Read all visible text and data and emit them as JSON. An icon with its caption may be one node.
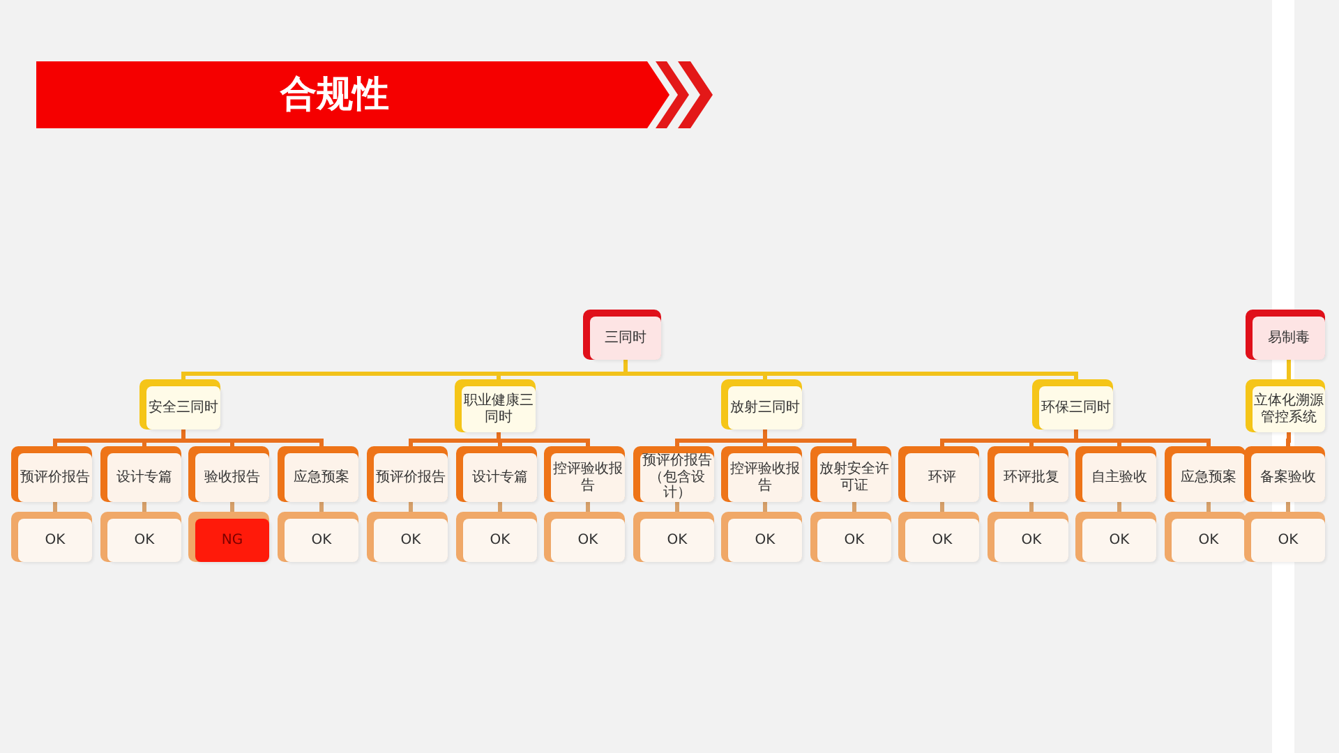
{
  "diagram": {
    "title": "合规性",
    "nodes": [
      {
        "text": [
          "三同时"
        ]
      },
      {
        "text": [
          "易制毒"
        ]
      },
      {
        "text": [
          "安全三同时"
        ]
      },
      {
        "text": [
          "职业健康三同时"
        ]
      },
      {
        "text": [
          "放射三同时"
        ]
      },
      {
        "text": [
          "环保三同时"
        ]
      },
      {
        "text": [
          "立体化溯源管控系统"
        ]
      },
      {
        "text": [
          "预评价报告"
        ]
      },
      {
        "text": [
          "设计专篇"
        ]
      },
      {
        "text": [
          "验收报告"
        ]
      },
      {
        "text": [
          "应急预案"
        ]
      },
      {
        "text": [
          "预评价报告"
        ]
      },
      {
        "text": [
          "设计专篇"
        ]
      },
      {
        "text": [
          "控评验收报告"
        ]
      },
      {
        "text": [
          "预评价报告（包含设计）"
        ]
      },
      {
        "text": [
          "控评验收报告"
        ]
      },
      {
        "text": [
          "放射安全许可证"
        ]
      },
      {
        "text": [
          "环评"
        ]
      },
      {
        "text": [
          "环评批复"
        ]
      },
      {
        "text": [
          "自主验收"
        ]
      },
      {
        "text": [
          "应急预案"
        ]
      },
      {
        "text": [
          "备案验收"
        ]
      },
      {
        "text": [
          "OK"
        ]
      },
      {
        "text": [
          "OK"
        ]
      },
      {
        "text": [
          "NG"
        ]
      },
      {
        "text": [
          "OK"
        ]
      },
      {
        "text": [
          "OK"
        ]
      },
      {
        "text": [
          "OK"
        ]
      },
      {
        "text": [
          "OK"
        ]
      },
      {
        "text": [
          "OK"
        ]
      },
      {
        "text": [
          "OK"
        ]
      },
      {
        "text": [
          "OK"
        ]
      },
      {
        "text": [
          "OK"
        ]
      },
      {
        "text": [
          "OK"
        ]
      },
      {
        "text": [
          "OK"
        ]
      },
      {
        "text": [
          "OK"
        ]
      },
      {
        "text": [
          "OK"
        ]
      }
    ],
    "edges": [
      {
        "from": 0,
        "to": 2,
        "arrow": "none",
        "color": "#f2c21b"
      },
      {
        "from": 0,
        "to": 3,
        "arrow": "none",
        "color": "#f2c21b"
      },
      {
        "from": 0,
        "to": 4,
        "arrow": "none",
        "color": "#f2c21b"
      },
      {
        "from": 0,
        "to": 5,
        "arrow": "none",
        "color": "#f2c21b"
      },
      {
        "from": 1,
        "to": 6,
        "arrow": "none",
        "color": "#f2c21b"
      },
      {
        "from": 2,
        "to": 7,
        "arrow": "none",
        "color": "#e8701e"
      },
      {
        "from": 2,
        "to": 8,
        "arrow": "none",
        "color": "#e8701e"
      },
      {
        "from": 2,
        "to": 9,
        "arrow": "none",
        "color": "#e8701e"
      },
      {
        "from": 2,
        "to": 10,
        "arrow": "none",
        "color": "#e8701e"
      },
      {
        "from": 3,
        "to": 11,
        "arrow": "none",
        "color": "#e8701e"
      },
      {
        "from": 3,
        "to": 12,
        "arrow": "none",
        "color": "#e8701e"
      },
      {
        "from": 3,
        "to": 13,
        "arrow": "none",
        "color": "#e8701e"
      },
      {
        "from": 4,
        "to": 14,
        "arrow": "none",
        "color": "#e8701e"
      },
      {
        "from": 4,
        "to": 15,
        "arrow": "none",
        "color": "#e8701e"
      },
      {
        "from": 4,
        "to": 16,
        "arrow": "none",
        "color": "#e8701e"
      },
      {
        "from": 5,
        "to": 17,
        "arrow": "none",
        "color": "#e8701e"
      },
      {
        "from": 5,
        "to": 18,
        "arrow": "none",
        "color": "#e8701e"
      },
      {
        "from": 5,
        "to": 19,
        "arrow": "none",
        "color": "#e8701e"
      },
      {
        "from": 5,
        "to": 20,
        "arrow": "none",
        "color": "#e8701e"
      },
      {
        "from": 6,
        "to": 21,
        "arrow": "none",
        "color": "#e8701e"
      },
      {
        "from": 7,
        "to": 22,
        "arrow": "none"
      },
      {
        "from": 8,
        "to": 23,
        "arrow": "none"
      },
      {
        "from": 9,
        "to": 24,
        "arrow": "none"
      },
      {
        "from": 10,
        "to": 25,
        "arrow": "none"
      },
      {
        "from": 11,
        "to": 26,
        "arrow": "none"
      },
      {
        "from": 12,
        "to": 27,
        "arrow": "none"
      },
      {
        "from": 13,
        "to": 28,
        "arrow": "none"
      },
      {
        "from": 14,
        "to": 29,
        "arrow": "none"
      },
      {
        "from": 15,
        "to": 30,
        "arrow": "none"
      },
      {
        "from": 16,
        "to": 31,
        "arrow": "none"
      },
      {
        "from": 17,
        "to": 32,
        "arrow": "none"
      },
      {
        "from": 18,
        "to": 33,
        "arrow": "none"
      },
      {
        "from": 19,
        "to": 34,
        "arrow": "none"
      },
      {
        "from": 20,
        "to": 35,
        "arrow": "none"
      },
      {
        "from": 21,
        "to": 36,
        "arrow": "none"
      }
    ]
  }
}
